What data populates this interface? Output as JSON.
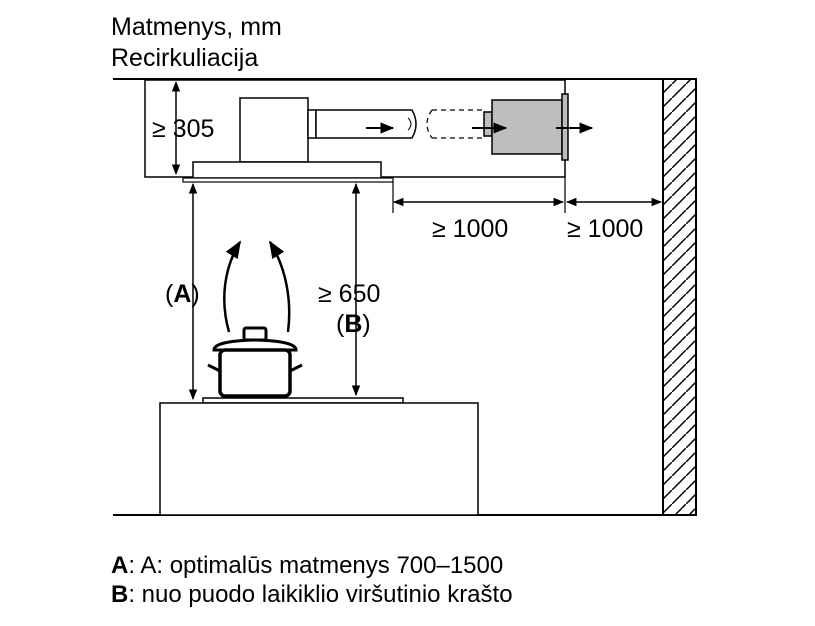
{
  "title": {
    "line1": "Matmenys, mm",
    "line2": "Recirkuliacija"
  },
  "dimensions": {
    "ceiling_height": "≥ 305",
    "gap_duct": "≥ 1000",
    "gap_wall": "≥ 1000",
    "label_a": "(A)",
    "a_letter": "A",
    "min_height": "≥ 650",
    "label_b": "(B)",
    "b_letter": "B"
  },
  "legend": [
    {
      "key": "A",
      "text": ": A: optimalūs matmenys 700–1500"
    },
    {
      "key": "B",
      "text": ": nuo puodo laikiklio viršutinio krašto"
    }
  ]
}
